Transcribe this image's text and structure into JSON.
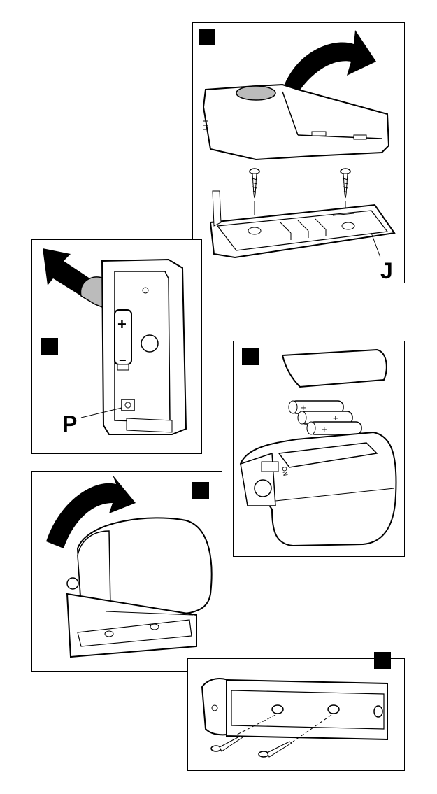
{
  "panels": [
    {
      "id": "panel-1",
      "label": "J",
      "description": "remove cover, unscrew base"
    },
    {
      "id": "panel-2",
      "label": "P"
    },
    {
      "id": "panel-3",
      "label": ""
    },
    {
      "id": "panel-4",
      "label": ""
    },
    {
      "id": "panel-5",
      "label": ""
    }
  ],
  "callouts": {
    "J": "J",
    "P": "P"
  },
  "battery_marks": {
    "plus": "+",
    "minus": "−"
  },
  "switch_label": "ON"
}
